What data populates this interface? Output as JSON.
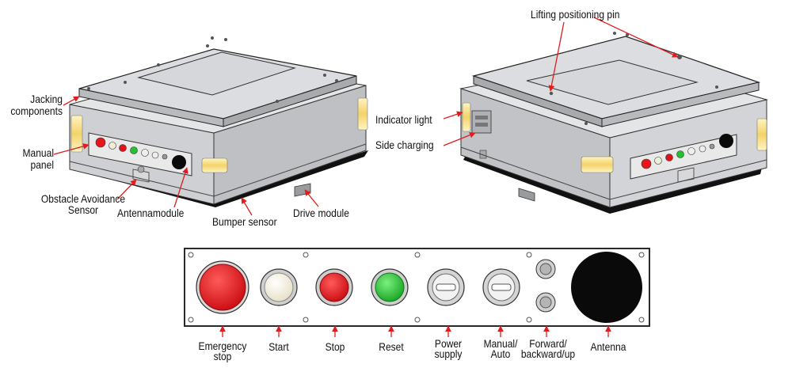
{
  "callouts": {
    "jacking_components": "Jacking components",
    "manual_panel": "Manual panel",
    "obstacle_sensor": "Obstacle Avoidance Sensor",
    "antennamodule": "Antennamodule",
    "bumper_sensor": "Bumper sensor",
    "drive_module": "Drive module",
    "lifting_pin": "Lifting positioning pin",
    "indicator_light": "Indicator light",
    "side_charging": "Side charging"
  },
  "panel_labels": {
    "emergency_stop": "Emergency stop",
    "start": "Start",
    "stop": "Stop",
    "reset": "Reset",
    "power_supply": "Power supply",
    "manual_auto": "Manual/ Auto",
    "forward_backward_up": "Forward/ backward/up",
    "antenna": "Antenna"
  },
  "colors": {
    "callout_red": "#e11d1d",
    "robot_body": "#d2d3d6",
    "emergency_red": "#e8151b",
    "stop_red": "#de1318",
    "reset_green": "#22c12e",
    "start_cream": "#f1ecd6",
    "antenna_black": "#0a0a0a"
  }
}
